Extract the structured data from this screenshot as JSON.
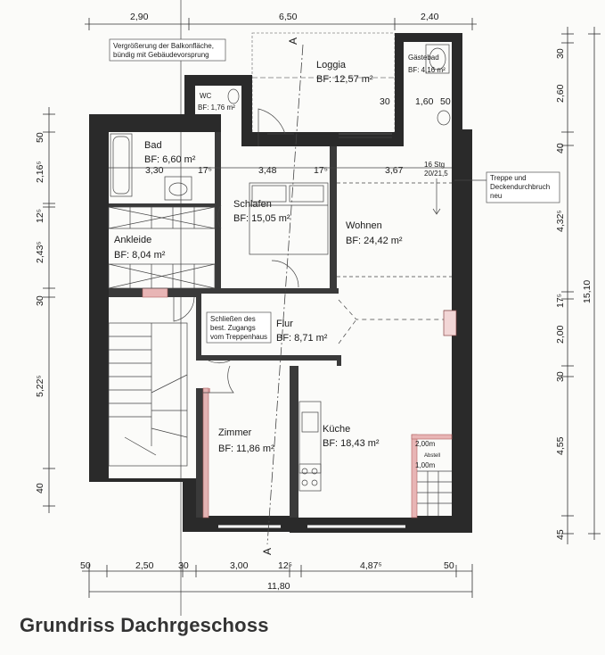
{
  "title": "Grundriss Dachrgeschoss",
  "rooms": [
    {
      "name": "Loggia",
      "area": "BF: 12,57 m²"
    },
    {
      "name": "Gästebad",
      "area": "BF: 4,16 m²"
    },
    {
      "name": "WC",
      "area": "BF: 1,76 m²"
    },
    {
      "name": "Bad",
      "area": "BF: 6,60 m²"
    },
    {
      "name": "Schlafen",
      "area": "BF: 15,05 m²"
    },
    {
      "name": "Wohnen",
      "area": "BF: 24,42 m²"
    },
    {
      "name": "Ankleide",
      "area": "BF: 8,04 m²"
    },
    {
      "name": "Flur",
      "area": "BF: 8,71 m²"
    },
    {
      "name": "Zimmer",
      "area": "BF: 11,86 m²"
    },
    {
      "name": "Küche",
      "area": "BF: 18,43 m²"
    }
  ],
  "notes": {
    "balkon_line1": "Vergrößerung der Balkonfläche,",
    "balkon_line2": "bündig mit Gebäudevorsprung",
    "treppe_line1": "Treppe und",
    "treppe_line2": "Deckendurchbruch",
    "treppe_line3": "neu",
    "schliessen_line1": "Schließen des",
    "schliessen_line2": "best. Zugangs",
    "schliessen_line3": "vom Treppenhaus",
    "stg_line1": "16 Stg",
    "stg_line2": "20/21,5",
    "abstell": "Abstell",
    "abstell_w": "2,00m",
    "abstell_d": "1,00m"
  },
  "section_marks": {
    "top": "A",
    "bottom": "A"
  },
  "top_dims": [
    "2,90",
    "6,50",
    "2,40"
  ],
  "interior_dims": [
    "3,30",
    "17⁵",
    "3,48",
    "17⁵",
    "3,67"
  ],
  "loggia_dims": [
    "30",
    "1,60",
    "50"
  ],
  "bottom_dims": [
    "50",
    "2,50",
    "30",
    "3,00",
    "12⁵",
    "4,87⁵",
    "50"
  ],
  "bottom_total": "11,80",
  "left_dims": [
    "50",
    "2,16⁵",
    "12⁵",
    "2,43⁵",
    "30",
    "5,22⁵",
    "40"
  ],
  "right_dims": [
    "30",
    "2,60",
    "40",
    "4,32⁵",
    "17⁵",
    "2,00",
    "30",
    "4,55",
    "45"
  ],
  "right_total": "15,10"
}
